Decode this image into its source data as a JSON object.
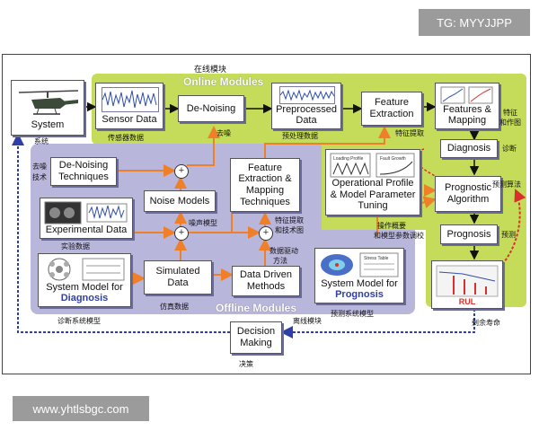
{
  "watermarks": {
    "top": "TG: MYYJJPP",
    "bottom": "www.yhtlsbgc.com"
  },
  "sections": {
    "online_cn": "在线模块",
    "online_en": "Online Modules",
    "offline_en": "Offline Modules",
    "offline_cn": "离线模块"
  },
  "nodes": {
    "system": {
      "label": "System",
      "cn": "系统"
    },
    "sensor": {
      "label": "Sensor Data",
      "cn": "传感器数据"
    },
    "denoising": {
      "label": "De-Noising",
      "cn": "去噪"
    },
    "preprocessed": {
      "label1": "Preprocessed",
      "label2": "Data",
      "cn": "预处理数据"
    },
    "feature_extraction": {
      "label1": "Feature",
      "label2": "Extraction",
      "cn": "特征提取"
    },
    "features_mapping": {
      "label1": "Features &",
      "label2": "Mapping",
      "cn1": "特征",
      "cn2": "和作图"
    },
    "diagnosis": {
      "label": "Diagnosis",
      "cn": "诊断"
    },
    "prognostic_alg": {
      "label1": "Prognostic",
      "label2": "Algorithm",
      "cn": "预测算法"
    },
    "prognosis": {
      "label": "Prognosis",
      "cn": "预测"
    },
    "rul": {
      "label": "RUL",
      "cn": "剩余寿命"
    },
    "denoise_tech": {
      "label1": "De-Noising",
      "label2": "Techniques",
      "cn1": "去噪",
      "cn2": "技术"
    },
    "experimental": {
      "label": "Experimental Data",
      "cn": "实验数据"
    },
    "noise_models": {
      "label": "Noise Models",
      "cn": "噪声模型"
    },
    "fe_mapping_tech": {
      "label1": "Feature",
      "label2": "Extraction &",
      "label3": "Mapping",
      "label4": "Techniques",
      "cn1": "特征提取",
      "cn2": "和技术图"
    },
    "sys_model_diag": {
      "label1": "System Model for",
      "label2": "Diagnosis",
      "cn": "诊断系统模型"
    },
    "simulated": {
      "label1": "Simulated",
      "label2": "Data",
      "cn": "仿真数据"
    },
    "data_driven": {
      "label1": "Data Driven",
      "label2": "Methods",
      "cn1": "数据驱动",
      "cn2": "方法"
    },
    "op_profile": {
      "label1": "Operational Profile",
      "label2": "& Model Parameter",
      "label3": "Tuning",
      "cn1": "操作概要",
      "cn2": "和模型参数调校",
      "mini1": "Loading Profile",
      "mini2": "Fault Growth"
    },
    "sys_model_prog": {
      "label1": "System Model for",
      "label2": "Prognosis",
      "cn": "预测系统模型",
      "mini": "Stress Table"
    },
    "decision": {
      "label1": "Decision",
      "label2": "Making",
      "cn": "决策"
    }
  },
  "colors": {
    "online": "#c5dc5b",
    "offline": "#b9b6dc",
    "arrow_orange": "#f07f2a",
    "arrow_blue": "#2f3fa8",
    "arrow_red": "#d9302b"
  }
}
